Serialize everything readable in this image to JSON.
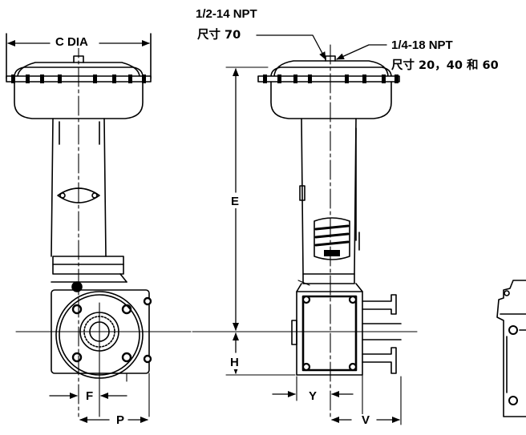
{
  "labels": {
    "c_dia": "C DIA",
    "npt_half": "1/2-14 NPT",
    "size_70": "尺寸 70",
    "npt_quarter": "1/4-18 NPT",
    "size_20_40_60": "尺寸 20，40 和 60",
    "e": "E",
    "h": "H",
    "f": "F",
    "p": "P",
    "y": "Y",
    "v": "V"
  },
  "colors": {
    "line": "#000000",
    "background": "#ffffff"
  }
}
